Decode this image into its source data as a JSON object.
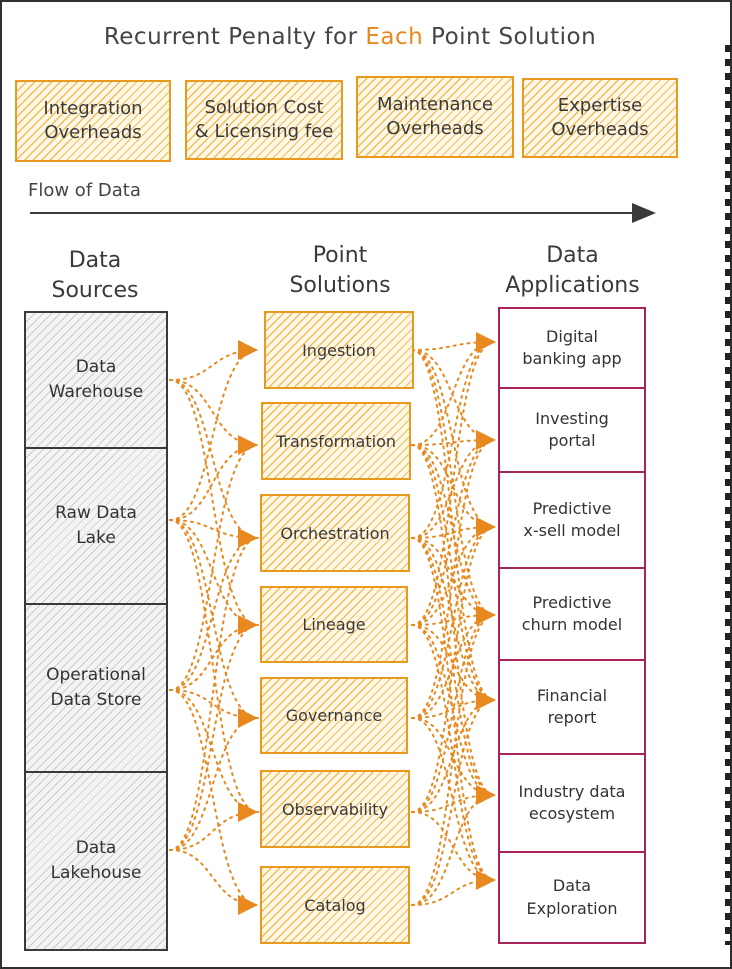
{
  "title": {
    "prefix": "Recurrent Penalty for ",
    "accent": "Each",
    "suffix": " Point Solution"
  },
  "penalties": [
    {
      "line1": "Integration",
      "line2": "Overheads"
    },
    {
      "line1": "Solution Cost",
      "line2": "& Licensing fee"
    },
    {
      "line1": "Maintenance",
      "line2": "Overheads"
    },
    {
      "line1": "Expertise",
      "line2": "Overheads"
    }
  ],
  "flow_label": "Flow of Data",
  "columns": {
    "sources": {
      "line1": "Data",
      "line2": "Sources"
    },
    "solutions": {
      "line1": "Point",
      "line2": "Solutions"
    },
    "applications": {
      "line1": "Data",
      "line2": "Applications"
    }
  },
  "sources": [
    {
      "line1": "Data",
      "line2": "Warehouse"
    },
    {
      "line1": "Raw Data",
      "line2": "Lake"
    },
    {
      "line1": "Operational",
      "line2": "Data Store"
    },
    {
      "line1": "Data",
      "line2": "Lakehouse"
    }
  ],
  "point_solutions": [
    "Ingestion",
    "Transformation",
    "Orchestration",
    "Lineage",
    "Governance",
    "Observability",
    "Catalog"
  ],
  "applications": [
    {
      "line1": "Digital",
      "line2": "banking app"
    },
    {
      "line1": "Investing",
      "line2": "portal"
    },
    {
      "line1": "Predictive",
      "line2": "x-sell model"
    },
    {
      "line1": "Predictive",
      "line2": "churn model"
    },
    {
      "line1": "Financial",
      "line2": "report"
    },
    {
      "line1": "Industry data",
      "line2": "ecosystem"
    },
    {
      "line1": "Data",
      "line2": "Exploration"
    }
  ],
  "colors": {
    "accent": "#e8891f",
    "solution_border": "#e89a1e",
    "application_border": "#a8245a",
    "source_border": "#3a3a3a",
    "connector": "#e8891f"
  }
}
